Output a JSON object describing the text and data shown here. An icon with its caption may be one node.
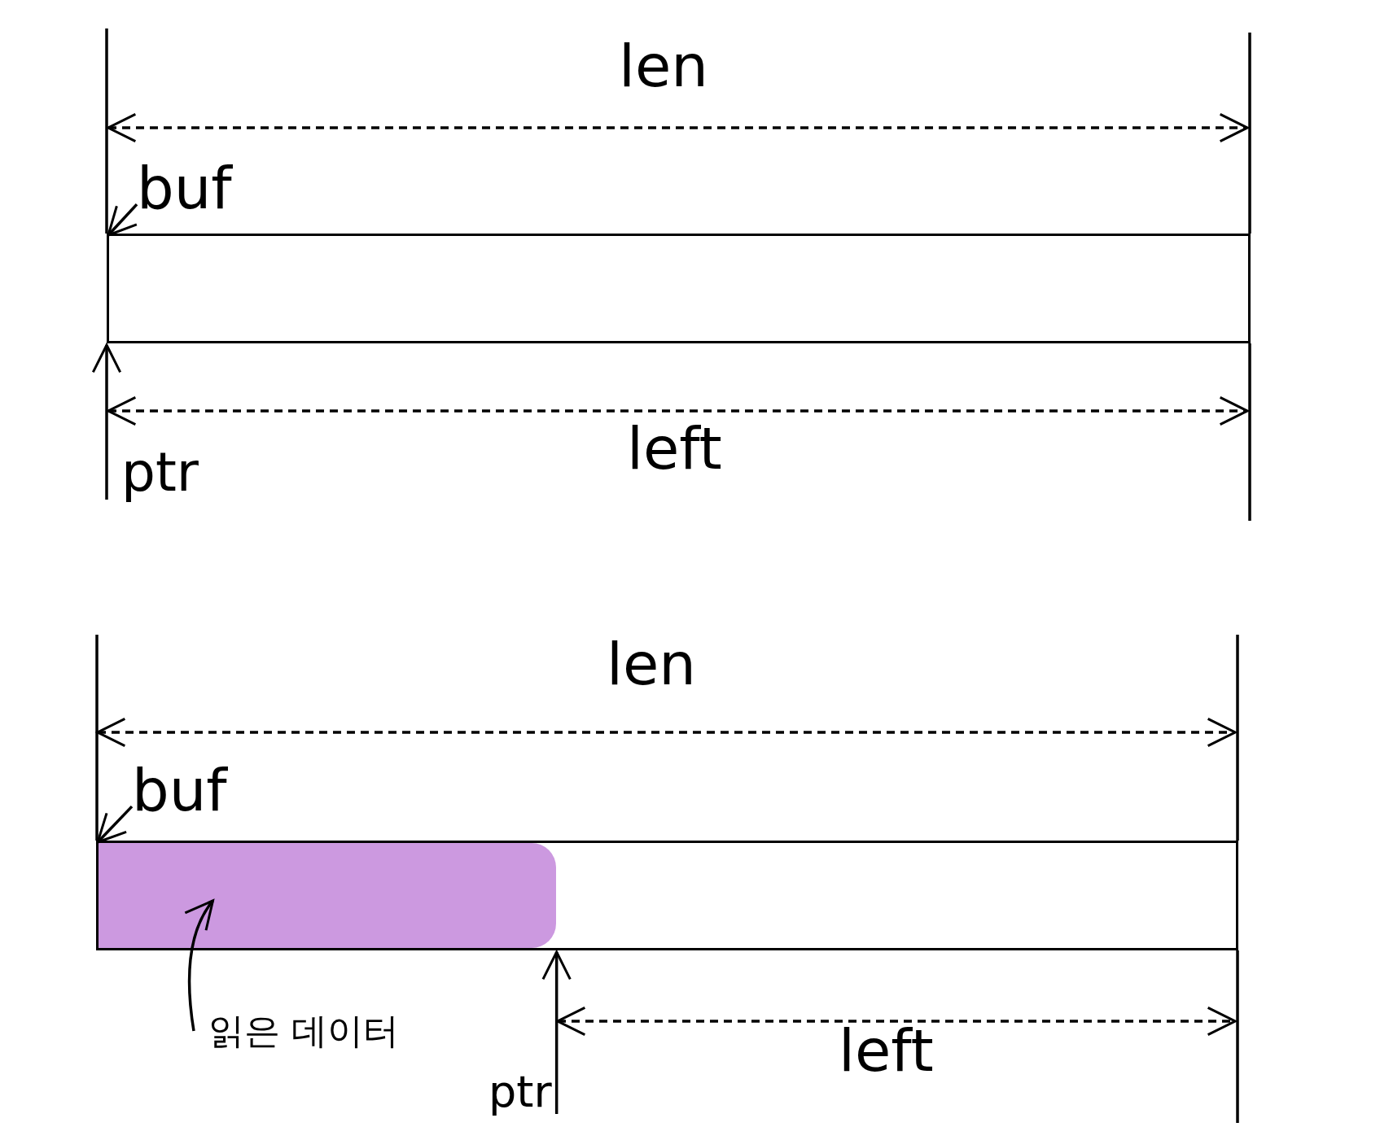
{
  "diagram": {
    "nodes": [
      {
        "text": [],
        "shape": "bar"
      },
      {
        "text": [
          "buf"
        ]
      },
      {
        "text": [
          "ptr"
        ]
      },
      {
        "text": [],
        "shape": "bar"
      },
      {
        "text": [],
        "shape": "box",
        "in": 3
      },
      {
        "text": [
          "buf"
        ]
      },
      {
        "text": [
          "ptr"
        ]
      },
      {
        "text": [
          "읽은 데이터"
        ]
      }
    ],
    "edges": [
      {
        "from": 1,
        "to": 0,
        "arrow": "to"
      },
      {
        "from": 2,
        "to": 0,
        "arrow": "to"
      },
      {
        "from": 5,
        "to": 3,
        "arrow": "to"
      },
      {
        "from": 6,
        "to": 3,
        "arrow": "to"
      },
      {
        "from": 7,
        "to": 4,
        "arrow": "to"
      }
    ],
    "labels": [
      "len",
      "left",
      "len",
      "left"
    ]
  }
}
